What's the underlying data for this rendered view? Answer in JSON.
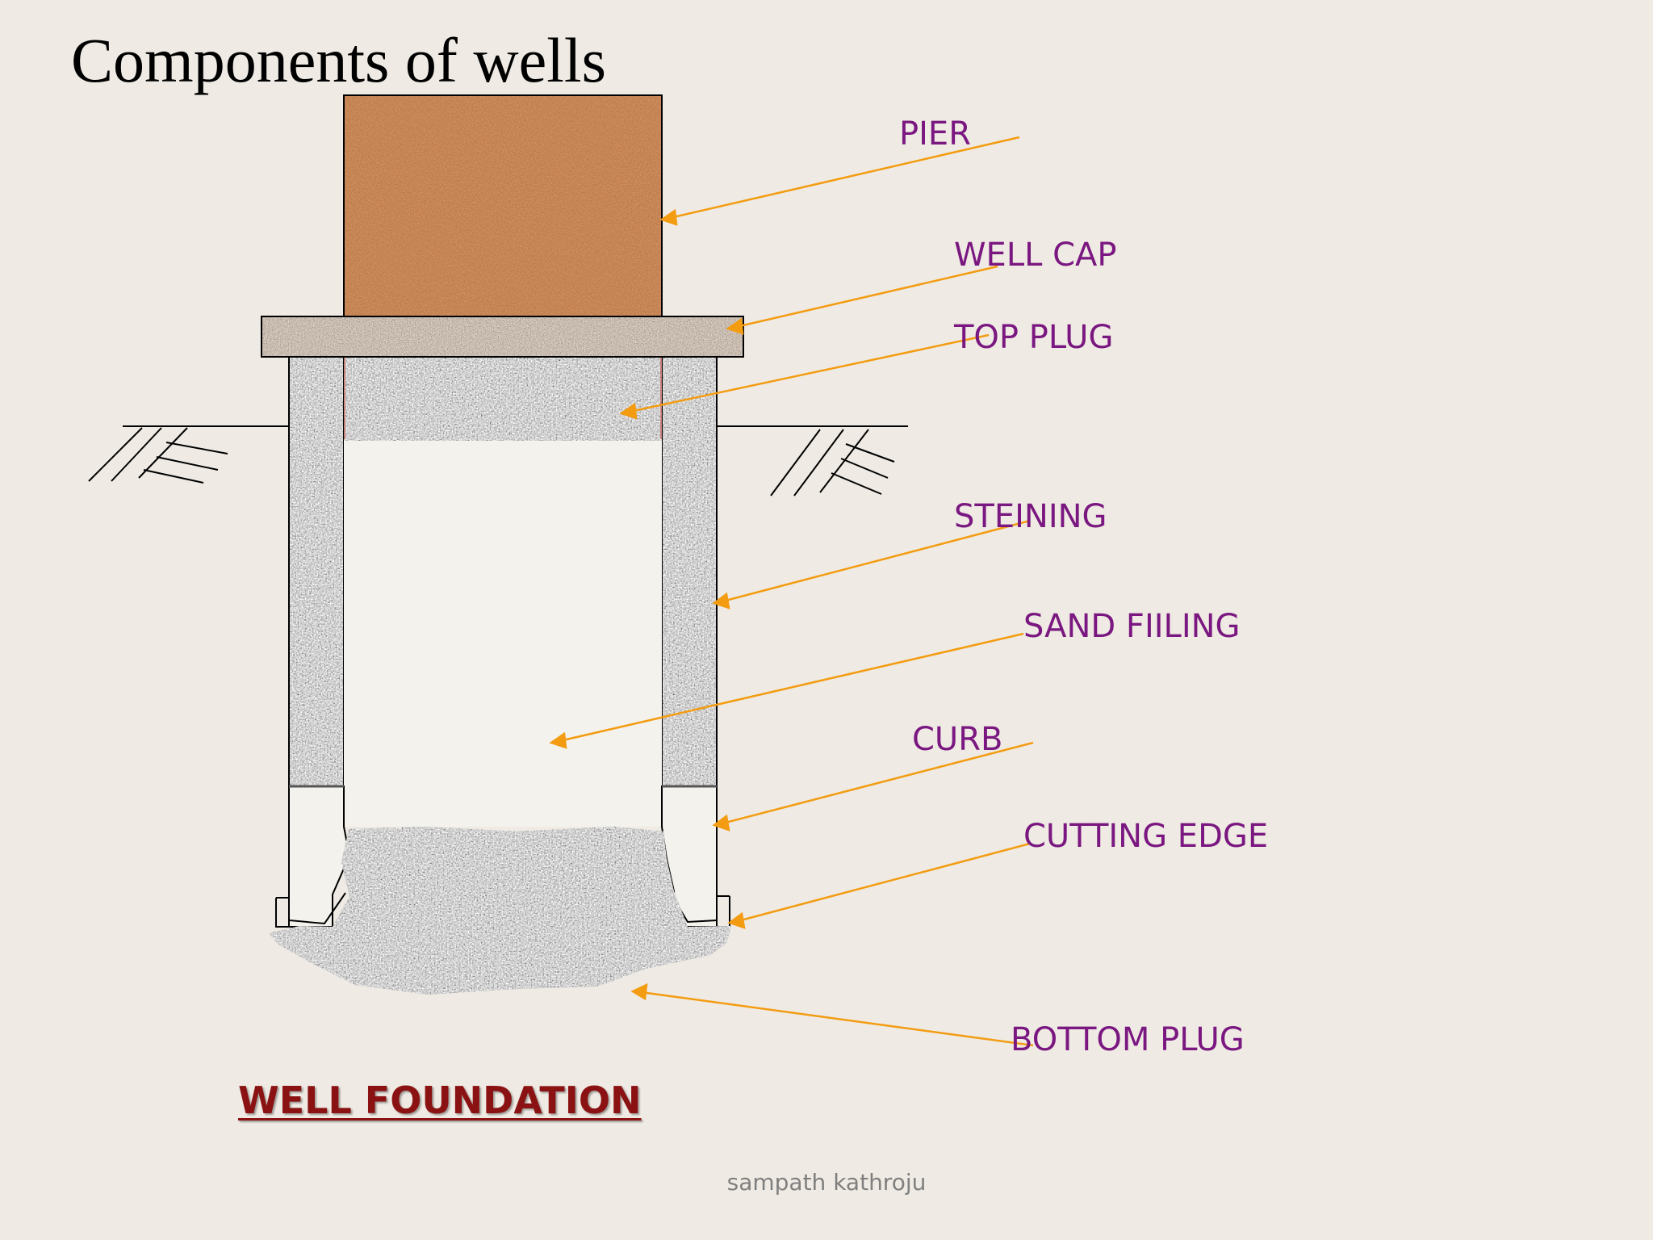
{
  "title": "Components of wells",
  "labels": {
    "pier": "PIER",
    "well_cap": "WELL CAP",
    "top_plug": "TOP PLUG",
    "steining": "STEINING",
    "sand_filling": "SAND FIILING",
    "curb": "CURB",
    "cutting_edge": "CUTTING EDGE",
    "bottom_plug": "BOTTOM PLUG"
  },
  "caption": "WELL FOUNDATION",
  "footer": "sampath kathroju",
  "colors": {
    "background": "#efebe4",
    "label_text": "#7a1780",
    "leader_arrow": "#f39c12",
    "caption_text": "#8b1212",
    "pier_fill": "#c07a48",
    "concrete_fill": "#a9a9a9",
    "well_cap_fill": "#968a80",
    "sand_fill": "#f4f2ec"
  }
}
